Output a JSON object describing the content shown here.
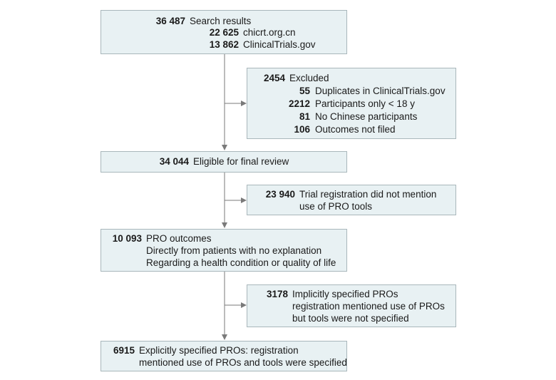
{
  "colors": {
    "box_fill": "#e8f1f3",
    "box_border": "#a9b7bb",
    "connector": "#7a7a7a"
  },
  "boxes": {
    "search": {
      "lines": [
        {
          "num": "36 487",
          "text": "Search results"
        },
        {
          "num": "22 625",
          "text": "chicrt.org.cn"
        },
        {
          "num": "13 862",
          "text": "ClinicalTrials.gov"
        }
      ]
    },
    "excluded": {
      "lines": [
        {
          "num": "2454",
          "text": "Excluded"
        },
        {
          "num": "55",
          "text": "Duplicates in ClinicalTrials.gov"
        },
        {
          "num": "2212",
          "text": "Participants only < 18 y"
        },
        {
          "num": "81",
          "text": "No Chinese participants"
        },
        {
          "num": "106",
          "text": "Outcomes not filed"
        }
      ]
    },
    "eligible": {
      "lines": [
        {
          "num": "34 044",
          "text": "Eligible for final review"
        }
      ]
    },
    "no_pro": {
      "lines": [
        {
          "num": "23 940",
          "text": "Trial registration did not mention"
        },
        {
          "num": "",
          "text": "use of PRO tools"
        }
      ]
    },
    "pro": {
      "lines": [
        {
          "num": "10 093",
          "text": "PRO outcomes"
        },
        {
          "num": "",
          "text": "Directly from patients with no explanation"
        },
        {
          "num": "",
          "text": "Regarding a health condition or quality of life"
        }
      ]
    },
    "implicit": {
      "lines": [
        {
          "num": "3178",
          "text": "Implicitly specified PROs"
        },
        {
          "num": "",
          "text": "registration mentioned use of PROs"
        },
        {
          "num": "",
          "text": "but tools were not specified"
        }
      ]
    },
    "explicit": {
      "lines": [
        {
          "num": "6915",
          "text": "Explicitly specified PROs: registration"
        },
        {
          "num": "",
          "text": "mentioned use of PROs and tools were specified"
        }
      ]
    }
  }
}
